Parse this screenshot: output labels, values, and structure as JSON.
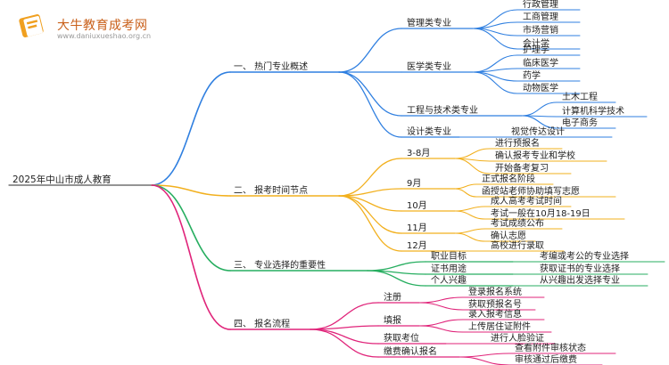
{
  "watermark": {
    "title": "大牛教育成考网",
    "url": "www.daniuxueshao.org.cn"
  },
  "root": "2025年中山市成人教育",
  "colors": {
    "blue": "#2f7fe0",
    "orange": "#f2b01e",
    "green": "#27ae60",
    "pink": "#e0247a",
    "logo": "#f0a020"
  },
  "branches": [
    {
      "label": "一、 热门专业概述",
      "children": [
        {
          "label": "管理类专业",
          "children": [
            "行政管理",
            "工商管理",
            "市场营销",
            "会计学"
          ]
        },
        {
          "label": "医学类专业",
          "children": [
            "护理学",
            "临床医学",
            "药学",
            "动物医学"
          ]
        },
        {
          "label": "工程与技术类专业",
          "children": [
            "土木工程",
            "计算机科学技术",
            "电子商务"
          ]
        },
        {
          "label": "设计类专业",
          "children": [
            "视觉传达设计"
          ]
        }
      ]
    },
    {
      "label": "二、 报考时间节点",
      "children": [
        {
          "label": "3-8月",
          "children": [
            "进行预报名",
            "确认报考专业和学校",
            "开始备考复习"
          ]
        },
        {
          "label": "9月",
          "children": [
            "正式报名阶段",
            "函授站老师协助填写志愿"
          ]
        },
        {
          "label": "10月",
          "children": [
            "成人高考考试时间",
            "考试一般在10月18-19日"
          ]
        },
        {
          "label": "11月",
          "children": [
            "考试成绩公布",
            "确认志愿"
          ]
        },
        {
          "label": "12月",
          "children": [
            "高校进行录取"
          ]
        }
      ]
    },
    {
      "label": "三、 专业选择的重要性",
      "children": [
        {
          "label": "职业目标",
          "children": [
            "考编或考公的专业选择"
          ]
        },
        {
          "label": "证书用途",
          "children": [
            "获取证书的专业选择"
          ]
        },
        {
          "label": "个人兴趣",
          "children": [
            "从兴趣出发选择专业"
          ]
        }
      ]
    },
    {
      "label": "四、 报名流程",
      "children": [
        {
          "label": "注册",
          "children": [
            "登录报名系统",
            "获取预报名号"
          ]
        },
        {
          "label": "填报",
          "children": [
            "录入报考信息",
            "上传居住证附件"
          ]
        },
        {
          "label": "获取考位",
          "children": [
            "进行人脸验证"
          ]
        },
        {
          "label": "缴费确认报名",
          "children": [
            "查看附件审核状态",
            "审核通过后缴费"
          ]
        }
      ]
    }
  ]
}
